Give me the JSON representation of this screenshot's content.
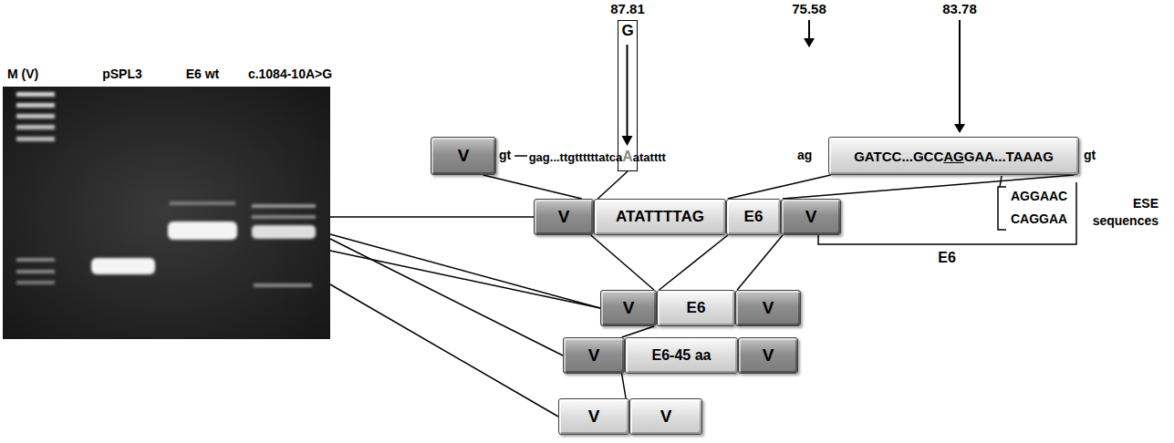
{
  "diagram": {
    "nodes": [
      {
        "text": [
          "V"
        ]
      },
      {
        "text": [
          "G"
        ]
      },
      {
        "text": [
          "GATCC...GCC",
          "AG",
          "GAA...TAAAG"
        ]
      },
      {
        "text": [
          "V"
        ]
      },
      {
        "text": [
          "ATATTTTAG"
        ]
      },
      {
        "text": [
          "E6"
        ]
      },
      {
        "text": [
          "V"
        ]
      },
      {
        "text": [
          "V"
        ]
      },
      {
        "text": [
          "E6"
        ]
      },
      {
        "text": [
          "V"
        ]
      },
      {
        "text": [
          "V"
        ]
      },
      {
        "text": [
          "E6-45 aa"
        ]
      },
      {
        "text": [
          "V"
        ]
      },
      {
        "text": [
          "V"
        ]
      },
      {
        "text": [
          "V"
        ]
      }
    ],
    "edges": [
      {
        "from": 0,
        "to": 3,
        "arrow": "none"
      },
      {
        "from": 1,
        "to": 4,
        "arrow": "none"
      },
      {
        "from": 2,
        "to": 5,
        "arrow": "none"
      },
      {
        "from": 2,
        "to": 6,
        "arrow": "none"
      },
      {
        "from": 3,
        "to": 7,
        "arrow": "none"
      },
      {
        "from": 5,
        "to": 8,
        "arrow": "none"
      },
      {
        "from": 6,
        "to": 9,
        "arrow": "none"
      },
      {
        "from": 7,
        "to": 10,
        "arrow": "none"
      },
      {
        "from": 10,
        "to": 13,
        "arrow": "none"
      }
    ],
    "labels": [
      "87.81",
      "75.58",
      "83.78",
      "gt",
      "gag...ttgttttttatca",
      "A",
      "atatttt",
      "ag",
      "gt",
      "AGGAAC",
      "CAGGAA",
      "ESE sequences",
      "E6",
      "M (V)",
      "pSPL3",
      "E6 wt",
      "c.1084-10A>G"
    ]
  }
}
